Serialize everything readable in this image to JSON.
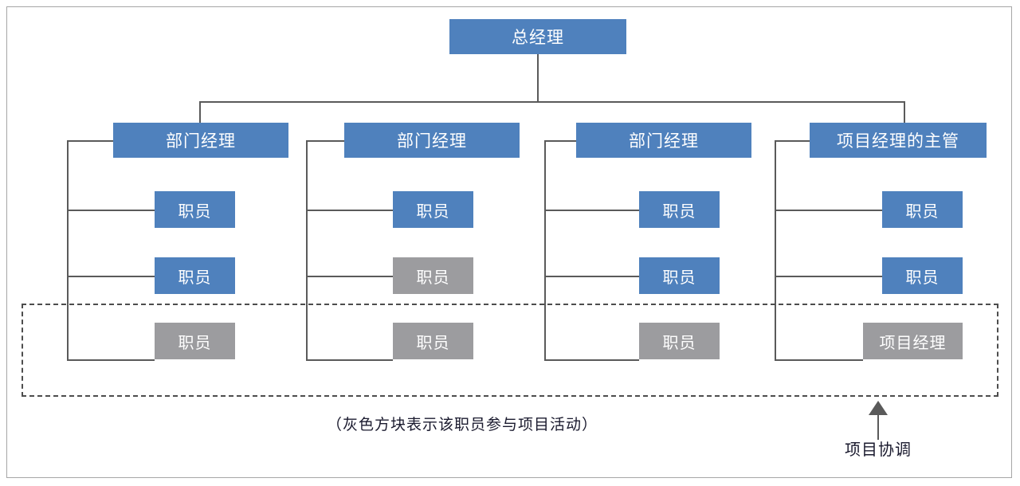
{
  "diagram": {
    "title_box": {
      "label": "总经理",
      "color": "#4f81bd"
    },
    "palette": {
      "blue": "#4f81bd",
      "gray": "#9c9c9f",
      "line": "#5a5a5a",
      "frame": "#a6a6a6",
      "text_dark": "#1a1a2e"
    },
    "columns": [
      {
        "manager": {
          "label": "部门经理",
          "color": "#4f81bd"
        },
        "reports": [
          {
            "label": "职员",
            "color": "#4f81bd",
            "in_project": false
          },
          {
            "label": "职员",
            "color": "#4f81bd",
            "in_project": false
          },
          {
            "label": "职员",
            "color": "#9c9c9f",
            "in_project": true
          }
        ]
      },
      {
        "manager": {
          "label": "部门经理",
          "color": "#4f81bd"
        },
        "reports": [
          {
            "label": "职员",
            "color": "#4f81bd",
            "in_project": false
          },
          {
            "label": "职员",
            "color": "#9c9c9f",
            "in_project": true
          },
          {
            "label": "职员",
            "color": "#9c9c9f",
            "in_project": true
          }
        ]
      },
      {
        "manager": {
          "label": "部门经理",
          "color": "#4f81bd"
        },
        "reports": [
          {
            "label": "职员",
            "color": "#4f81bd",
            "in_project": false
          },
          {
            "label": "职员",
            "color": "#4f81bd",
            "in_project": false
          },
          {
            "label": "职员",
            "color": "#9c9c9f",
            "in_project": true
          }
        ]
      },
      {
        "manager": {
          "label": "项目经理的主管",
          "color": "#4f81bd"
        },
        "reports": [
          {
            "label": "职员",
            "color": "#4f81bd",
            "in_project": false
          },
          {
            "label": "职员",
            "color": "#4f81bd",
            "in_project": false
          },
          {
            "label": "项目经理",
            "color": "#9c9c9f",
            "in_project": true
          }
        ]
      }
    ],
    "project_zone": {
      "style": "dashed"
    },
    "caption": "（灰色方块表示该职员参与项目活动）",
    "annotation": {
      "label": "项目协调",
      "arrow": "up-arrow-icon"
    }
  }
}
